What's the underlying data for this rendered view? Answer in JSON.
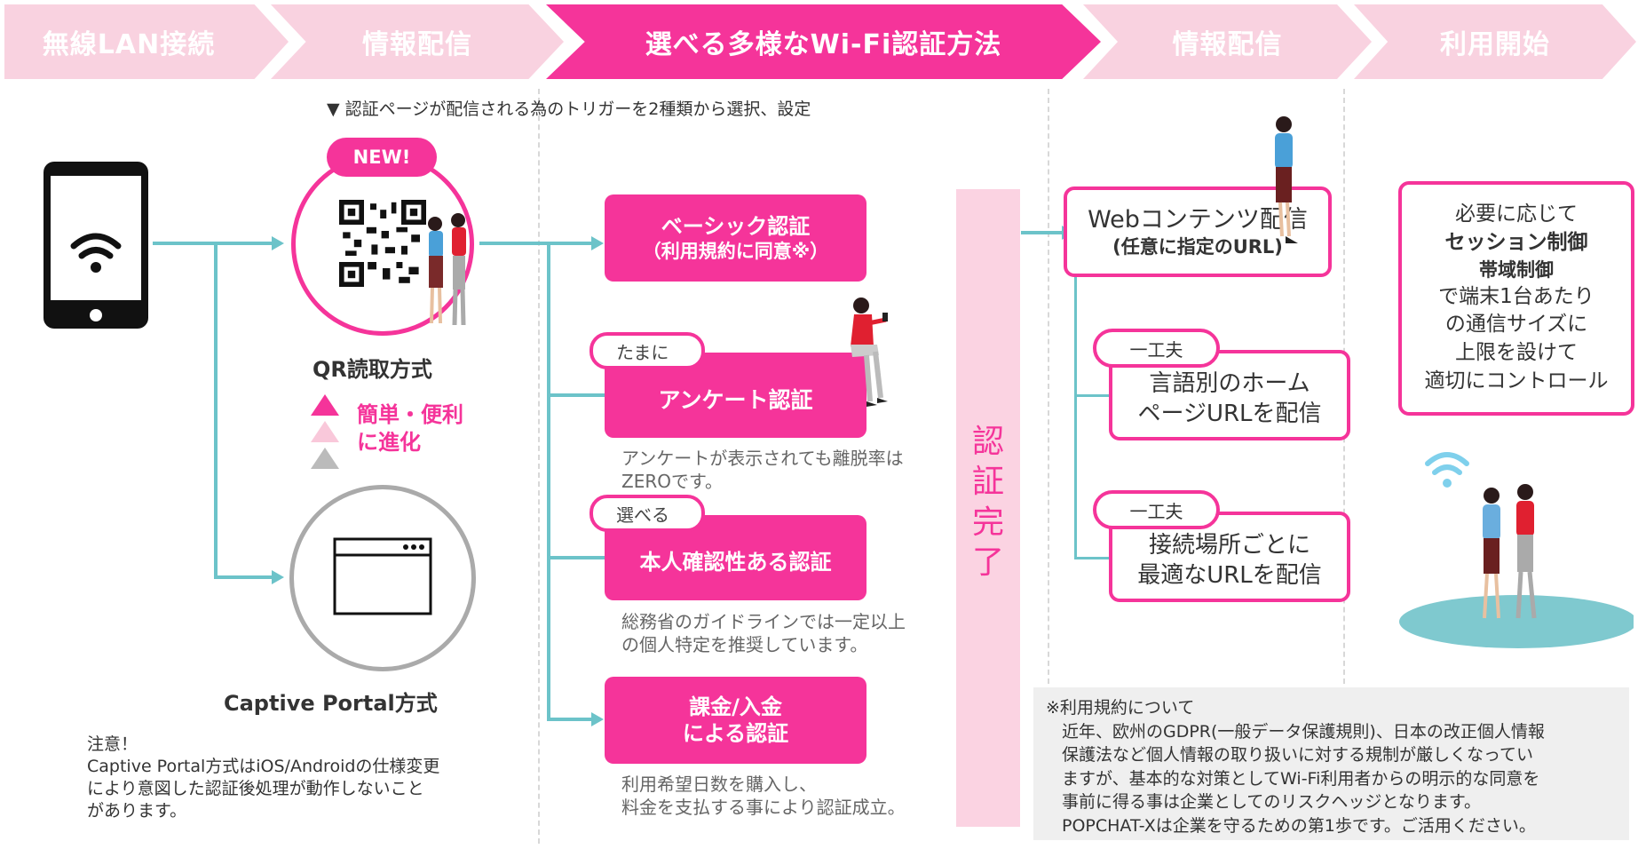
{
  "steps": [
    {
      "label": "無線LAN接続"
    },
    {
      "label": "情報配信"
    },
    {
      "label": "選べる多様なWi-Fi認証方法"
    },
    {
      "label": "情報配信"
    },
    {
      "label": "利用開始"
    }
  ],
  "trigger_note": "▼ 認証ページが配信される為のトリガーを2種類から選択、設定",
  "qr": {
    "new_badge": "NEW!",
    "label": "QR読取方式",
    "evolve_line1": "簡単・便利",
    "evolve_line2": "に進化"
  },
  "captive": {
    "label": "Captive Portal方式",
    "caution_title": "注意！",
    "caution_line1": "Captive Portal方式はiOS/Androidの仕様変更",
    "caution_line2": "により意図した認証後処理が動作しないこと",
    "caution_line3": "があります。"
  },
  "auth": {
    "basic_line1": "ベーシック認証",
    "basic_line2": "（利用規約に同意※）",
    "survey_tag": "たまに",
    "survey_label": "アンケート認証",
    "survey_note_line1": "アンケートが表示されても離脱率は",
    "survey_note_line2": "ZEROです。",
    "identity_tag": "選べる",
    "identity_label": "本人確認性ある認証",
    "identity_note_line1": "総務省のガイドラインでは一定以上",
    "identity_note_line2": "の個人特定を推奨しています。",
    "billing_line1": "課金/入金",
    "billing_line2": "による認証",
    "billing_note_line1": "利用希望日数を購入し、",
    "billing_note_line2": "料金を支払する事により認証成立。"
  },
  "complete": {
    "chars": [
      "認",
      "証",
      "完",
      "了"
    ]
  },
  "delivery": {
    "web_line1": "Webコンテンツ配信",
    "web_line2": "(任意に指定のURL)",
    "tip_label": "一工夫",
    "lang_line1": "言語別のホーム",
    "lang_line2": "ページURLを配信",
    "tip_label2": "一工夫",
    "place_line1": "接続場所ごとに",
    "place_line2": "最適なURLを配信"
  },
  "control": {
    "line1": "必要に応じて",
    "line2": "セッション制御",
    "line3": "帯域制御",
    "line4": "で端末1台あたり",
    "line5": "の通信サイズに",
    "line6": "上限を設けて",
    "line7": "適切にコントロール"
  },
  "terms": {
    "title": "※利用規約について",
    "line1": "近年、欧州のGDPR(一般データ保護規則)、日本の改正個人情報",
    "line2": "保護法など個人情報の取り扱いに対する規制が厳しくなってい",
    "line3": "ますが、基本的な対策としてWi-Fi利用者からの明示的な同意を",
    "line4": "事前に得る事は企業としてのリスクヘッジとなります。",
    "line5": "POPCHAT-Xは企業を守るための第1歩です。ご活用ください。"
  },
  "colors": {
    "accent": "#f5349a",
    "accent_light": "#f9d2e0",
    "connector": "#6cc3c9",
    "dark": "#111111"
  }
}
